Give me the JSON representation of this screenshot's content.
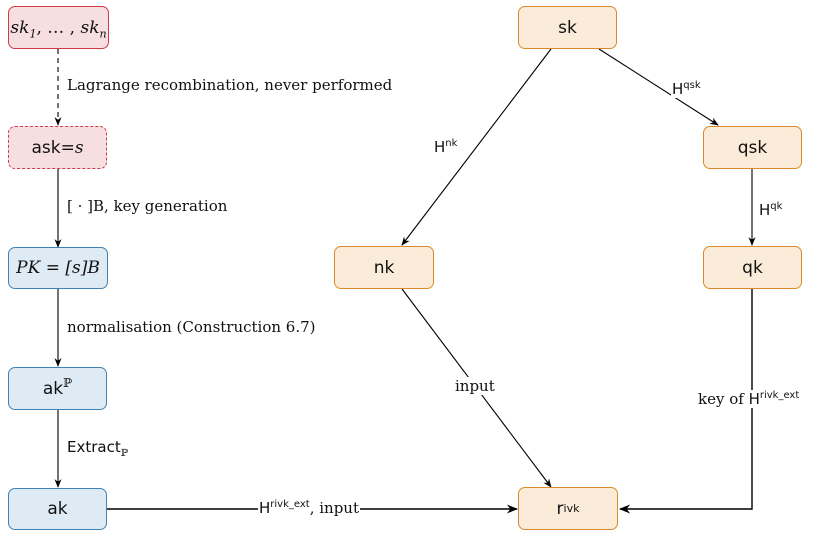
{
  "nodes": {
    "sk_list": {
      "base": "sk",
      "sub1": "1",
      "sep": ", … , ",
      "sub2": "n"
    },
    "ask": {
      "lhs": "ask",
      "eq": " = ",
      "rhs": "s"
    },
    "pk": {
      "text": "PK = [s]B"
    },
    "ak_p": {
      "base": "ak",
      "sup": "ℙ"
    },
    "ak": {
      "text": "ak"
    },
    "sk": {
      "text": "sk"
    },
    "qsk": {
      "text": "qsk"
    },
    "nk": {
      "text": "nk"
    },
    "qk": {
      "text": "qk"
    },
    "rivk": {
      "base": "r",
      "sub": "ivk"
    }
  },
  "edges": {
    "lagrange": {
      "text": "Lagrange recombination, never performed"
    },
    "keygen": {
      "text": "[ · ]B, key generation"
    },
    "normalisation": {
      "text": "normalisation (Construction 6.7)"
    },
    "extract": {
      "base": "Extract",
      "sub": "ℙ"
    },
    "h_nk": {
      "base": "H",
      "sup": "nk"
    },
    "h_qsk": {
      "base": "H",
      "sup": "qsk"
    },
    "h_qk": {
      "base": "H",
      "sup": "qk"
    },
    "nk_input": {
      "text": "input"
    },
    "qk_key": {
      "prefix": "key of ",
      "base": "H",
      "sup": "rivk_ext"
    },
    "ak_to_rivk": {
      "base": "H",
      "sup": "rivk_ext",
      "suffix": ", input"
    }
  }
}
